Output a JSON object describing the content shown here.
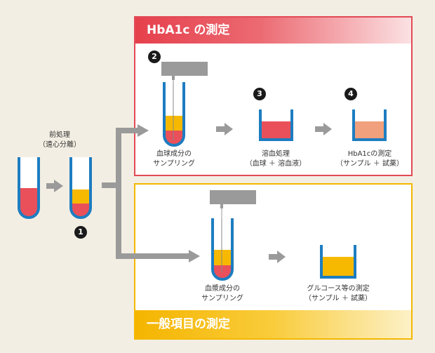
{
  "panels": {
    "hba1c": {
      "title": "HbA1c の測定"
    },
    "general": {
      "title": "一般項目の測定"
    }
  },
  "pretreatment": {
    "label_line1": "前処理",
    "label_line2": "（遠心分離）",
    "step_number": "1"
  },
  "hba1c_steps": [
    {
      "number": "2",
      "line1": "血球成分の",
      "line2": "サンプリング"
    },
    {
      "number": "3",
      "line1": "溶血処理",
      "line2": "（血球 ＋ 溶血液）"
    },
    {
      "number": "4",
      "line1": "HbA1cの測定",
      "line2": "（サンプル ＋ 試薬）"
    }
  ],
  "general_steps": [
    {
      "line1": "血漿成分の",
      "line2": "サンプリング"
    },
    {
      "line1": "グルコース等の測定",
      "line2": "（サンプル ＋ 試薬）"
    }
  ],
  "colors": {
    "red": "#e9505a",
    "yellow": "#f7b900",
    "blue": "#1d7dc1",
    "salmon": "#f0a07c",
    "gray": "#9a9a9a"
  }
}
